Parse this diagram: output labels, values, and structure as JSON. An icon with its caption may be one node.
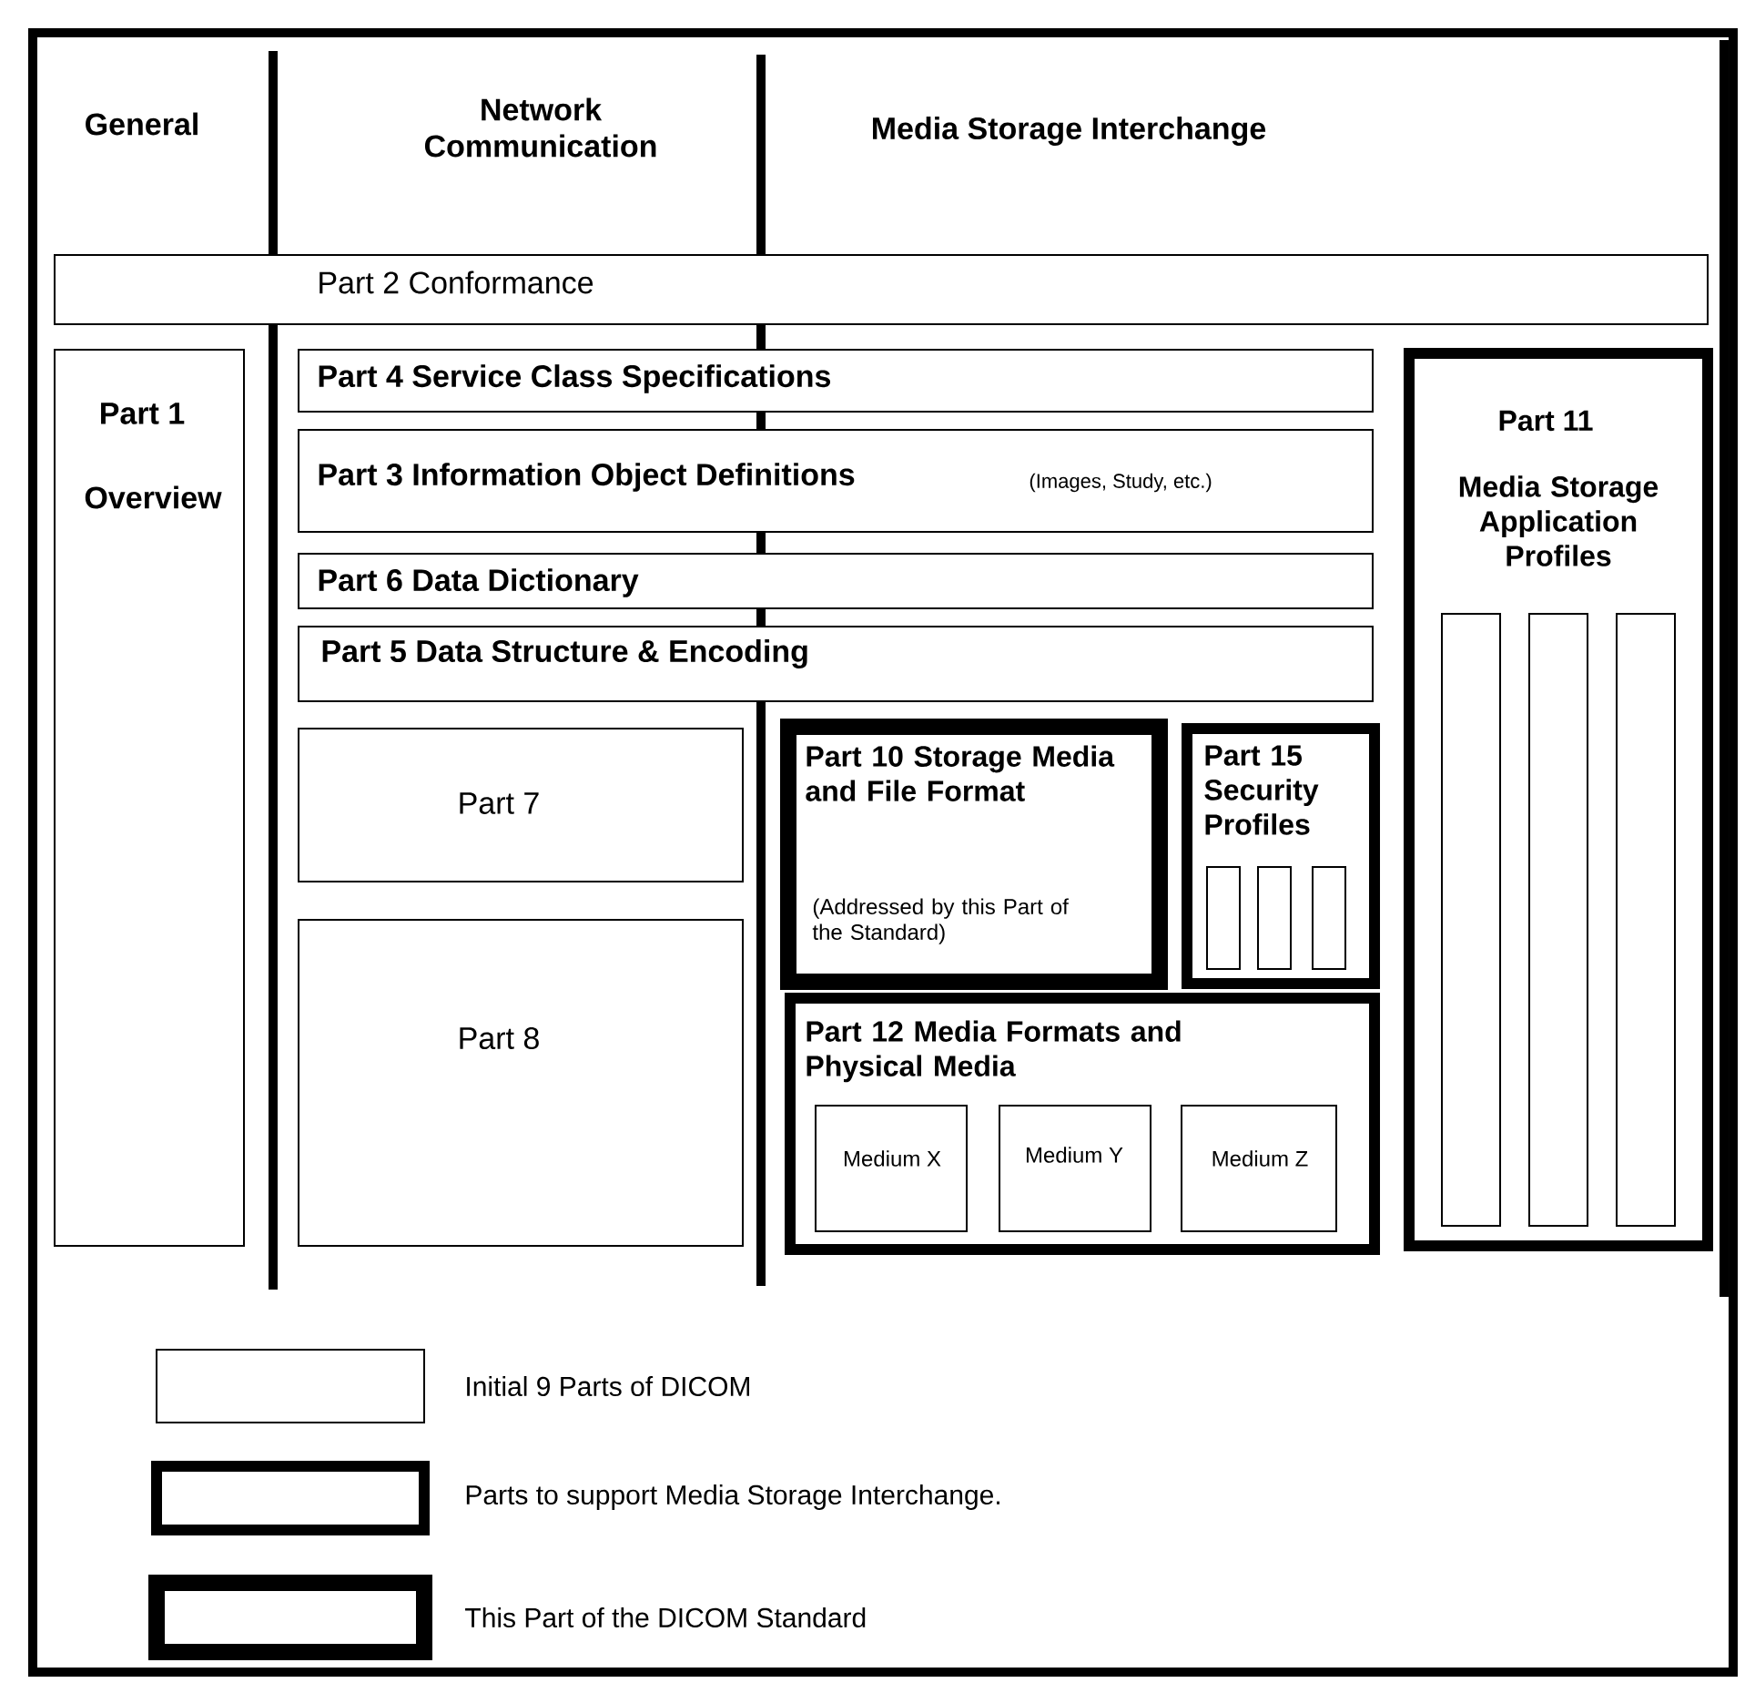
{
  "diagram": {
    "nodes": [
      {
        "text": [
          "Part 2 Conformance"
        ]
      },
      {
        "text": [
          "Part 1",
          "Overview"
        ]
      },
      {
        "text": [
          "Part 4 Service Class Specifications"
        ]
      },
      {
        "text": [
          "Part 3 Information Object Definitions",
          "(Images, Study, etc.)"
        ]
      },
      {
        "text": [
          "Part 6 Data Dictionary"
        ]
      },
      {
        "text": [
          "Part 5 Data Structure & Encoding"
        ]
      },
      {
        "text": [
          "Part 11",
          "Media Storage Application Profiles"
        ]
      },
      {
        "text": [],
        "shape": "bar",
        "in": 6
      },
      {
        "text": [],
        "shape": "bar",
        "in": 6
      },
      {
        "text": [],
        "shape": "bar",
        "in": 6
      },
      {
        "text": [
          "Part 7"
        ]
      },
      {
        "text": [
          "Part 10 Storage Media and File Format",
          "(Addressed by this Part of the Standard)"
        ]
      },
      {
        "text": [
          "Part 15 Security Profiles"
        ]
      },
      {
        "text": [],
        "shape": "bar",
        "in": 12
      },
      {
        "text": [],
        "shape": "bar",
        "in": 12
      },
      {
        "text": [],
        "shape": "bar",
        "in": 12
      },
      {
        "text": [
          "Part 8"
        ]
      },
      {
        "text": [
          "Part 12 Media Formats and Physical Media"
        ]
      },
      {
        "text": [
          "Medium X"
        ],
        "in": 17
      },
      {
        "text": [
          "Medium Y"
        ],
        "in": 17
      },
      {
        "text": [
          "Medium Z"
        ],
        "in": 17
      }
    ],
    "labels": [
      "General",
      "Network Communication",
      "Media Storage Interchange"
    ],
    "legend": [
      {
        "text": "Initial 9 Parts of DICOM"
      },
      {
        "text": "Parts to support Media Storage Interchange."
      },
      {
        "text": "This Part of the DICOM Standard"
      }
    ]
  }
}
